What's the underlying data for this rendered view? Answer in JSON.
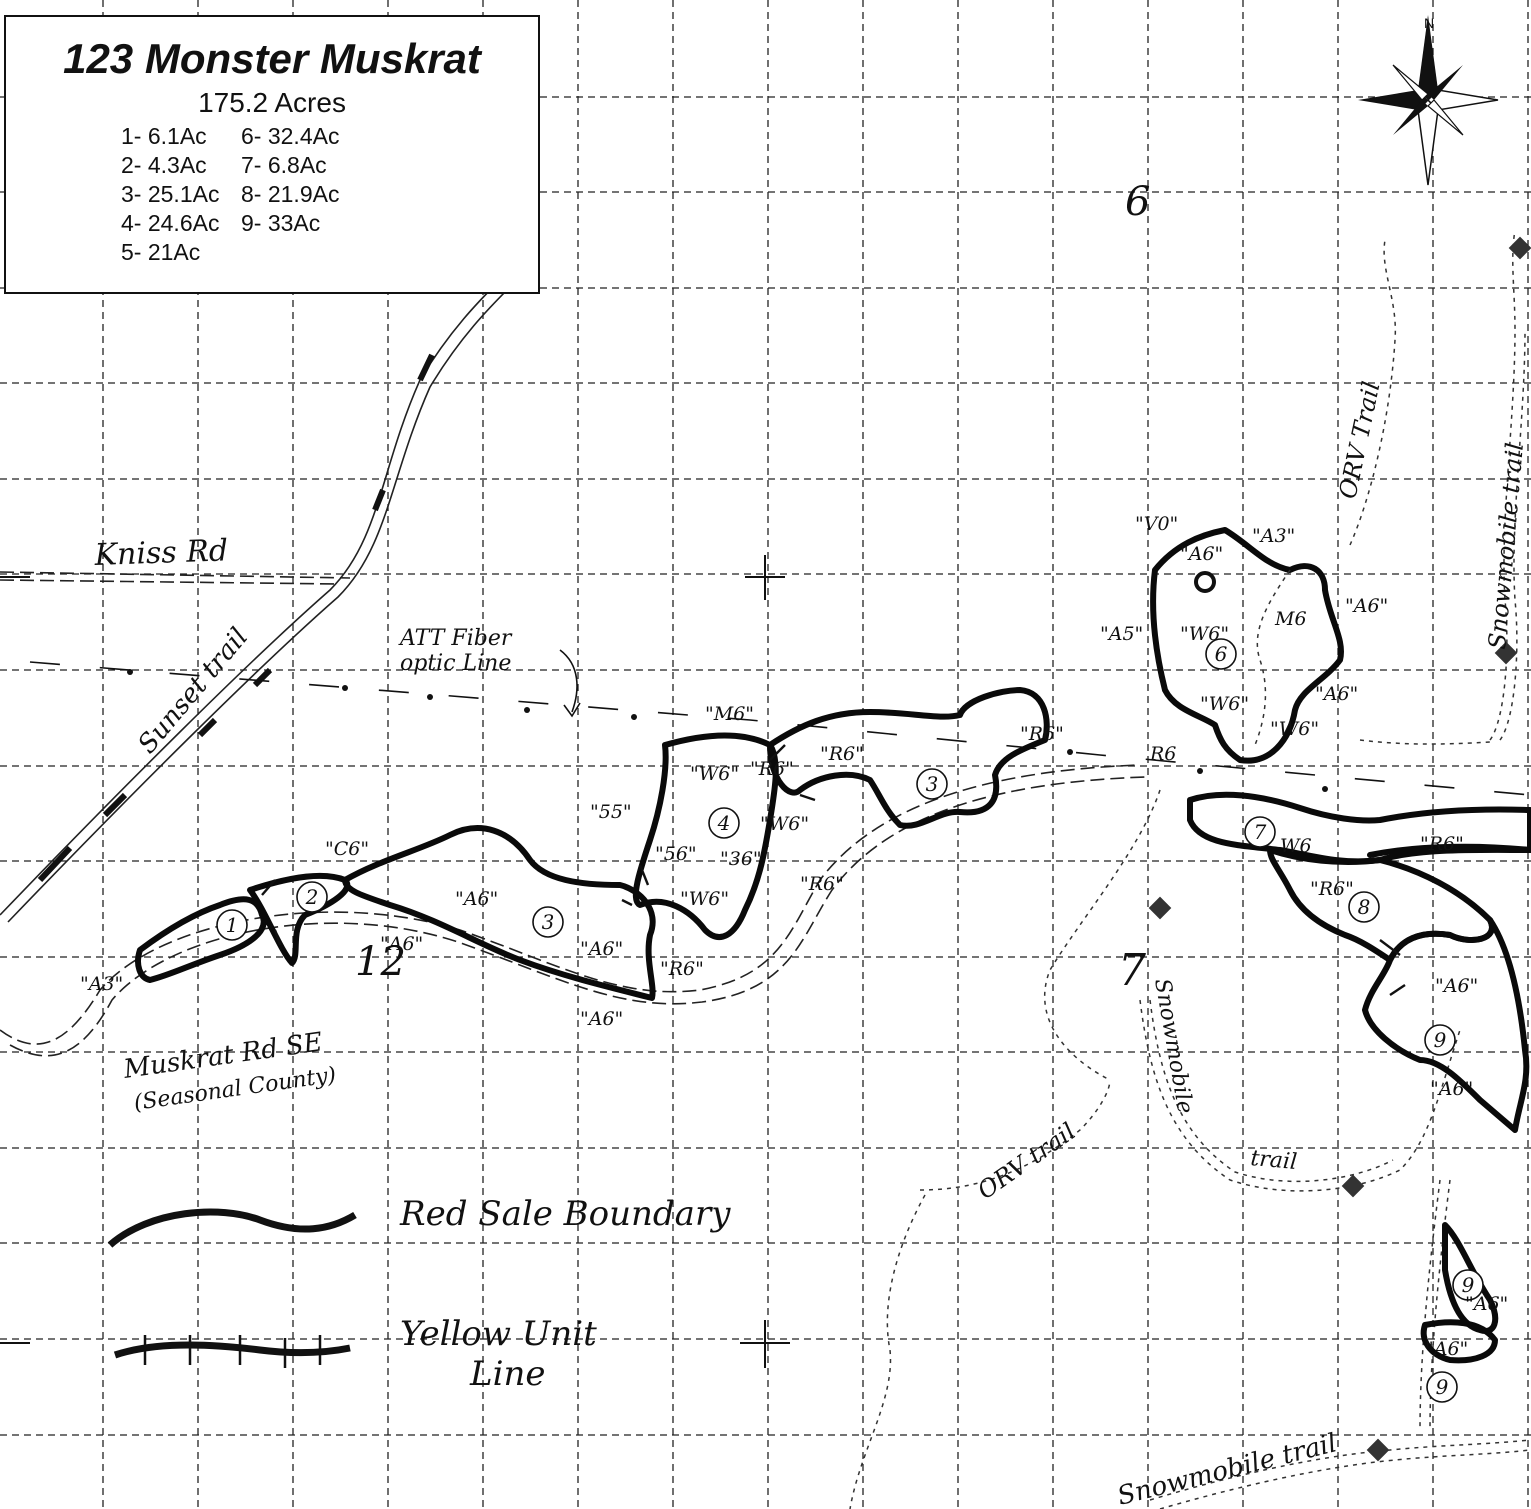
{
  "legend": {
    "title": "123 Monster Muskrat",
    "total": "175.2 Acres",
    "units": [
      {
        "label": "1- 6.1Ac"
      },
      {
        "label": "6- 32.4Ac"
      },
      {
        "label": "2- 4.3Ac"
      },
      {
        "label": "7- 6.8Ac"
      },
      {
        "label": "3- 25.1Ac"
      },
      {
        "label": "8- 21.9Ac"
      },
      {
        "label": "4- 24.6Ac"
      },
      {
        "label": "9- 33Ac"
      },
      {
        "label": "5- 21Ac"
      }
    ]
  },
  "compass": {
    "label": "N",
    "icon": "compass-rose-icon"
  },
  "sections": {
    "s6": "6",
    "s12": "12",
    "s7": "7"
  },
  "roads": {
    "kniss": "Kniss Rd",
    "muskrat_line1": "Muskrat Rd SE",
    "muskrat_line2": "(Seasonal County)"
  },
  "trails": {
    "sunset": "Sunset trail",
    "orv_ne": "ORV Trail",
    "snowmobile_ne": "Snowmobile trail",
    "snowmobile_mid": "Snowmobile",
    "trail_mid": "trail",
    "orv_sw": "ORV trail",
    "snowmobile_s": "Snowmobile trail"
  },
  "utility": {
    "line1": "ATT Fiber",
    "line2": "optic Line"
  },
  "key": {
    "sale": "Red Sale Boundary",
    "unit_line1": "Yellow Unit",
    "unit_line2": "Line"
  },
  "units_on_map": [
    "1",
    "2",
    "3",
    "3",
    "4",
    "6",
    "7",
    "8",
    "9",
    "9",
    "9"
  ],
  "codes": [
    "\"A3\"",
    "\"C6\"",
    "\"A6\"",
    "\"A6\"",
    "\"A6\"",
    "\"A6\"",
    "\"55\"",
    "\"56\"",
    "\"36\"",
    "\"W6\"",
    "\"W6\"",
    "\"R6\"",
    "\"W6\"",
    "\"M6\"",
    "\"R6\"",
    "\"R6\"",
    "\"R6\"",
    "\"R6\"",
    "\"V0\"",
    "\"A6\"",
    "\"A3\"",
    "\"A5\"",
    "\"W6\"",
    "M6",
    "\"A6\"",
    "\"A6\"",
    "\"W6\"",
    "\"W6\"",
    "R6",
    "W6",
    "\"R6\"",
    "\"R6\"",
    "\"A6\"",
    "\"A6\"",
    "\"A6\"",
    "\"A6\""
  ],
  "colors": {
    "ink": "#111111",
    "paper": "#ffffff"
  }
}
